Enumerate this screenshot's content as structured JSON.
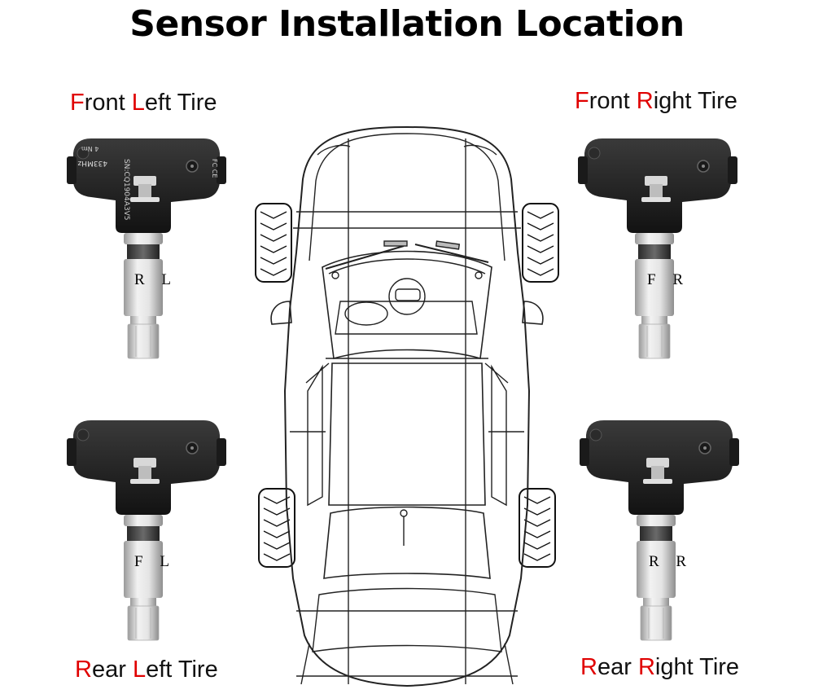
{
  "title": "Sensor Installation Location",
  "labels": {
    "front_left": {
      "first": "F",
      "first_rest": "ront ",
      "second": "L",
      "second_rest": "eft Tire"
    },
    "front_right": {
      "first": "F",
      "first_rest": "ront ",
      "second": "R",
      "second_rest": "ight Tire"
    },
    "rear_left": {
      "first": "R",
      "first_rest": "ear ",
      "second": "L",
      "second_rest": "eft Tire"
    },
    "rear_right": {
      "first": "R",
      "first_rest": "ear ",
      "second": "R",
      "second_rest": "ight Tire"
    }
  },
  "sensors": {
    "front_left": {
      "valve_marking": "R L"
    },
    "front_right": {
      "valve_marking": "F R"
    },
    "rear_left": {
      "valve_marking": "F L"
    },
    "rear_right": {
      "valve_marking": "R R"
    }
  },
  "sensor_housing_text": {
    "serial": "SN:CQ1904A3V5",
    "frequency": "433MHz",
    "torque": "4 Nm",
    "cert": "FC CE"
  },
  "colors": {
    "highlight": "#e00000",
    "housing": "#1c1c1c",
    "metal": "#cfcfcf"
  }
}
